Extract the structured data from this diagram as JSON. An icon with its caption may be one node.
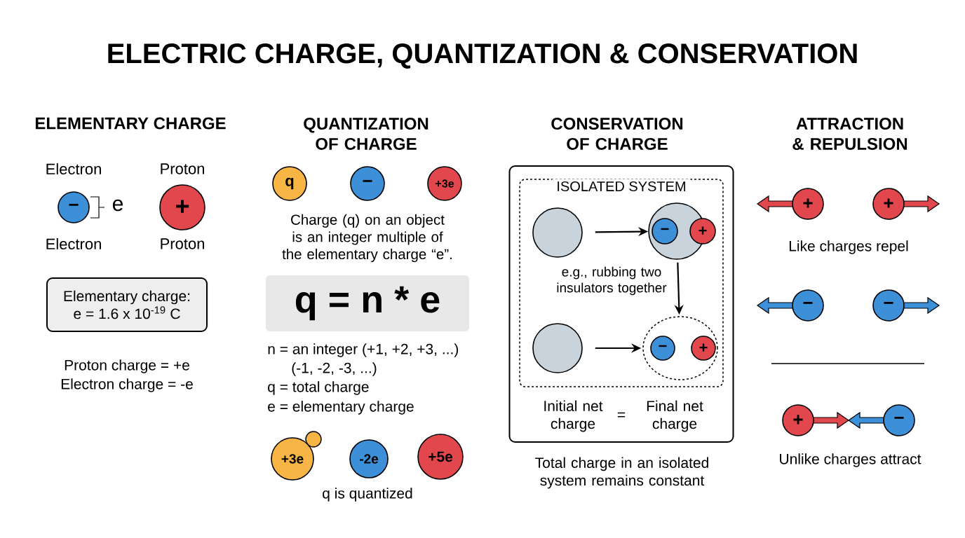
{
  "diagram": {
    "title": "ELECTRIC CHARGE, QUANTIZATION & CONSERVATION",
    "nodes": [
      {
        "text": [
          "−"
        ],
        "beside": [
          "Electron",
          "Electron"
        ]
      },
      {
        "text": [
          "+"
        ],
        "beside": [
          "Proton",
          "Proton"
        ]
      },
      {
        "text": [
          "Elementary charge:",
          "e = 1.6 x 10$^{-19}$ C"
        ]
      },
      {
        "text": [
          "q"
        ]
      },
      {
        "text": [
          "−"
        ]
      },
      {
        "text": [
          "+3e"
        ]
      },
      {
        "text": [
          "q = n * e"
        ]
      },
      {
        "text": [
          "+3e"
        ]
      },
      {
        "text": [
          "-2e"
        ]
      },
      {
        "text": [
          "+5e"
        ]
      },
      {
        "text": [],
        "shape": "box"
      },
      {
        "text": [
          "ISOLATED SYSTEM"
        ],
        "in": 10
      },
      {
        "text": [],
        "shape": "circle",
        "in": 11
      },
      {
        "text": [],
        "shape": "circle",
        "in": 11
      },
      {
        "text": [
          "−"
        ],
        "in": 13
      },
      {
        "text": [
          "+"
        ],
        "in": 11
      },
      {
        "text": [],
        "shape": "circle",
        "in": 11
      },
      {
        "text": [],
        "shape": "circle",
        "in": 11
      },
      {
        "text": [
          "−"
        ],
        "in": 17
      },
      {
        "text": [
          "+"
        ],
        "in": 17
      },
      {
        "text": [
          "+"
        ]
      },
      {
        "text": [
          "+"
        ]
      },
      {
        "text": [
          "−"
        ]
      },
      {
        "text": [
          "−"
        ]
      },
      {
        "text": [
          "+"
        ]
      },
      {
        "text": [
          "−"
        ]
      }
    ],
    "edges": [
      {
        "from": 12,
        "to": 13,
        "arrow": "to"
      },
      {
        "from": 13,
        "to": 17,
        "arrow": "to"
      },
      {
        "from": 16,
        "to": 17,
        "arrow": "to"
      }
    ],
    "labels": [
      "ELEMENTARY CHARGE",
      "e",
      "Proton charge = +e",
      "Electron charge = -e",
      "QUANTIZATION OF CHARGE",
      "Charge (q) on an object is an integer multiple of the elementary charge “e”.",
      "n = an integer (+1, +2, +3, ...)",
      "(-1, -2, -3, ...)",
      "q = total charge",
      "e = elementary charge",
      "q is quantized",
      "CONSERVATION OF CHARGE",
      "e.g., rubbing two insulators together",
      "Initial net charge",
      "=",
      "Final net charge",
      "Total charge in an isolated system remains constant",
      "ATTRACTION & REPULSION",
      "Like charges repel",
      "Unlike charges attract"
    ]
  }
}
